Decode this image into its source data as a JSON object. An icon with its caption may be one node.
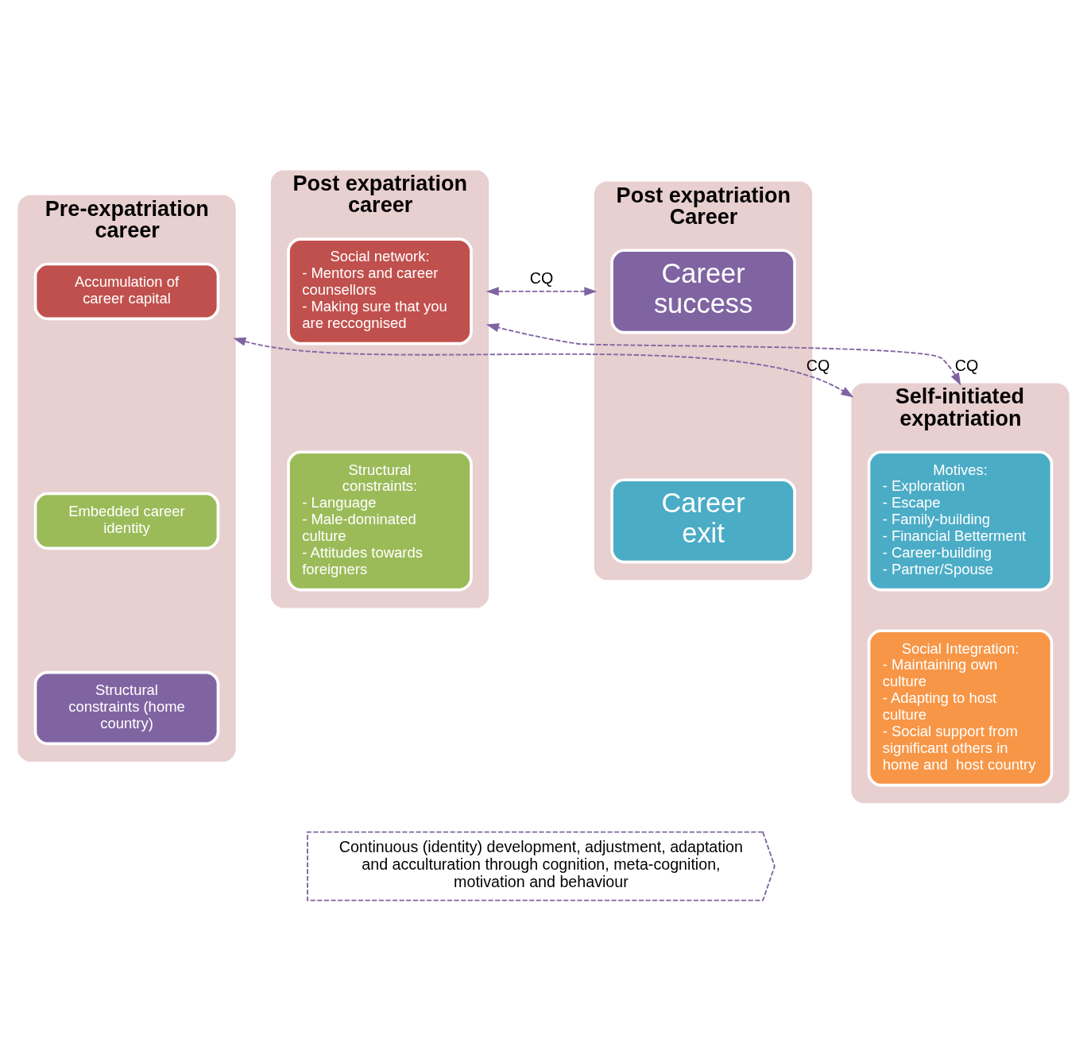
{
  "diagram": {
    "nodes": [
      {
        "text": [
          "Pre-expatriation career"
        ]
      },
      {
        "text": [
          "Accumulation of career capital"
        ],
        "in": 0
      },
      {
        "text": [
          "Embedded career identity"
        ],
        "in": 0
      },
      {
        "text": [
          "Structural constraints (home country)"
        ],
        "in": 0
      },
      {
        "text": [
          "Self-initiated expatriation"
        ]
      },
      {
        "text": [
          "Motives:",
          "- Exploration",
          "- Escape",
          "- Family-building",
          "- Financial Betterment",
          "- Career-building",
          "- Partner/Spouse"
        ],
        "in": 4
      },
      {
        "text": [
          "Social Integration:",
          "- Maintaining own culture",
          "- Adapting to host culture",
          "- Social support from significant others in home and  host country"
        ],
        "in": 4
      },
      {
        "text": [
          "Post expatriation career"
        ]
      },
      {
        "text": [
          "Social network:",
          "- Mentors and career counsellors",
          "- Making sure that you are reccognised"
        ],
        "in": 7
      },
      {
        "text": [
          "Structural constraints:",
          "- Language",
          "- Male-dominated culture",
          "- Attitudes towards foreigners"
        ],
        "in": 7
      },
      {
        "text": [
          "Post expatriation Career"
        ]
      },
      {
        "text": [
          "Career success"
        ],
        "in": 10
      },
      {
        "text": [
          "Career exit"
        ],
        "in": 10
      },
      {
        "text": [
          "Continuous (identity) development, adjustment, adaptation and acculturation through cognition, meta-cognition, motivation and behaviour"
        ]
      }
    ],
    "edges": [
      {
        "from": 0,
        "to": 4,
        "arrow": "both",
        "label": "CQ",
        "style": "dashed"
      },
      {
        "from": 4,
        "to": 7,
        "arrow": "both",
        "label": "CQ",
        "style": "dashed"
      },
      {
        "from": 7,
        "to": 10,
        "arrow": "both",
        "label": "CQ",
        "style": "dashed"
      }
    ]
  }
}
